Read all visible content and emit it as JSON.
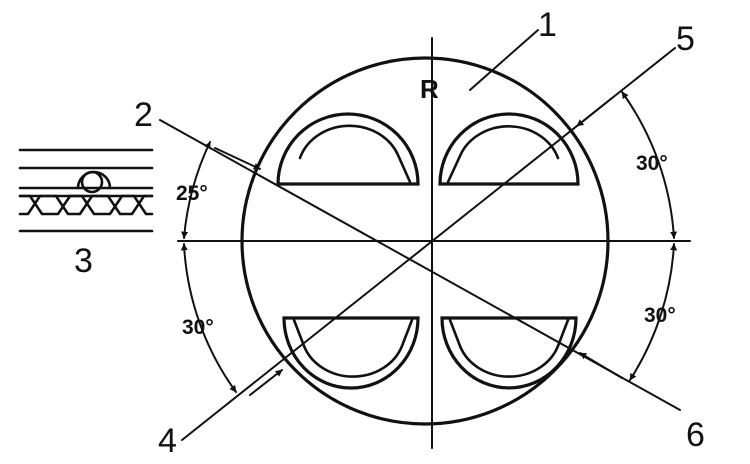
{
  "callouts": {
    "c1": "1",
    "c2": "2",
    "c3": "3",
    "c4": "4",
    "c5": "5",
    "c6": "6"
  },
  "marks": {
    "rotation_reference": "R"
  },
  "angles": {
    "upper_left": "25°",
    "lower_left": "30°",
    "upper_right": "30°",
    "lower_right": "30°"
  },
  "colors": {
    "ink": "#111111",
    "paper": "#ffffff"
  }
}
